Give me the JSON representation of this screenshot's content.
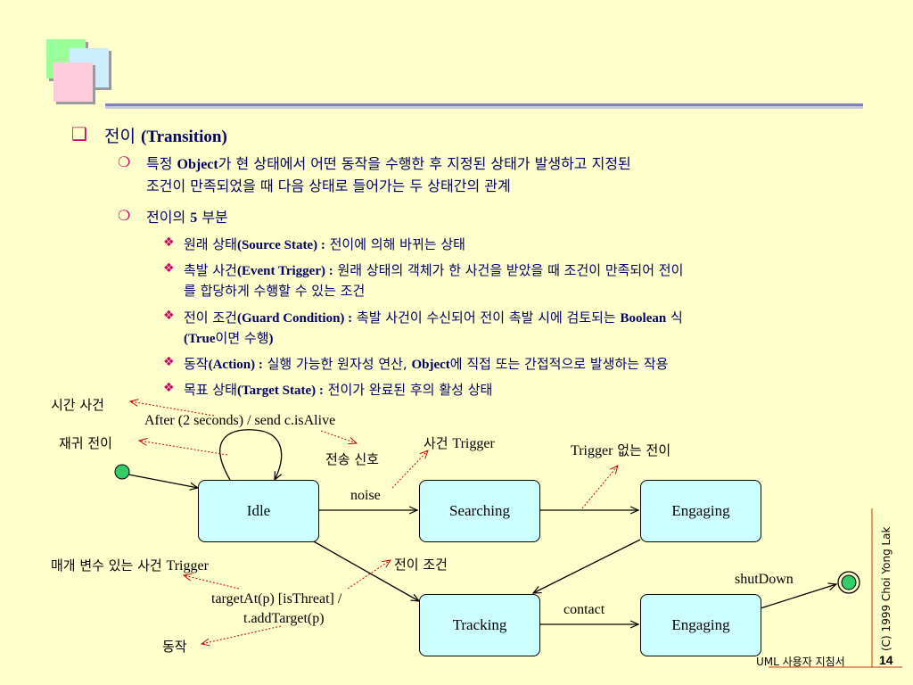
{
  "heading": {
    "korean": "전이",
    "english": "(Transition)"
  },
  "bullets": [
    {
      "line1_pre": "특정 ",
      "line1_bold": "Object",
      "line1_post": "가 현 상태에서 어떤 동작을 수행한 후 지정된 상태가 발생하고 지정된",
      "line2": "조건이 만족되었을 때 다음 상태로 들어가는 두 상태간의 관계"
    },
    {
      "pre": "전이의 ",
      "bold": "5",
      "post": " 부분"
    }
  ],
  "sub_bullets": [
    {
      "pre": "원래 상태",
      "bold": "(Source State) :",
      "post": " 전이에 의해 바뀌는 상태"
    },
    {
      "pre": "촉발 사건",
      "bold": "(Event Trigger) :",
      "post": " 원래 상태의 객체가 한 사건을 받았을 때 조건이 만족되어 전이",
      "line2": "를 합당하게 수행할 수 있는 조건"
    },
    {
      "pre": "전이 조건",
      "bold": "(Guard Condition) :",
      "post": " 촉발 사건이 수신되어 전이 촉발 시에 검토되는 ",
      "bold2": "Boolean",
      "post2": " 식",
      "line2_bold": "(True",
      "line2_mid": "이면 수행",
      "line2_end": ")"
    },
    {
      "pre": "동작",
      "bold": "(Action) :",
      "post": " 실행 가능한 원자성 연산, ",
      "bold2": "Object",
      "post2": "에 직접 또는 간접적으로 발생하는 작용"
    },
    {
      "pre": "목표 상태",
      "bold": "(Target State) :",
      "post": " 전이가 완료된 후의 활성 상태"
    }
  ],
  "states": {
    "idle": "Idle",
    "searching": "Searching",
    "engaging1": "Engaging",
    "tracking": "Tracking",
    "engaging2": "Engaging"
  },
  "labels": {
    "time_event": "시간 사건",
    "after": "After (2 seconds) / send c.isAlive",
    "recursive": "재귀 전이",
    "send_signal": "전송 신호",
    "event_trigger_k": "사건 ",
    "event_trigger_e": "Trigger",
    "no_trigger_e": "Trigger",
    "no_trigger_k": " 없는 전이",
    "noise": "noise",
    "param_event_k": "매개 변수 있는 사건 ",
    "param_event_e": "Trigger",
    "guard": "전이 조건",
    "target_line1": "targetAt(p) [isThreat] /",
    "target_line2": "t.addTarget(p)",
    "action": "동작",
    "contact": "contact",
    "shutdown": "shutDown"
  },
  "footer": {
    "copyright": "(C) 1999  Choi Yong Lak",
    "guide": "UML 사용자 지침서",
    "page": "14"
  },
  "colors": {
    "background": "#ffffcc",
    "text": "#000066",
    "bullet": "#cc0066",
    "state_fill": "#ccffff",
    "guide_arrow": "#cc0000",
    "initial": "#33cc66"
  }
}
